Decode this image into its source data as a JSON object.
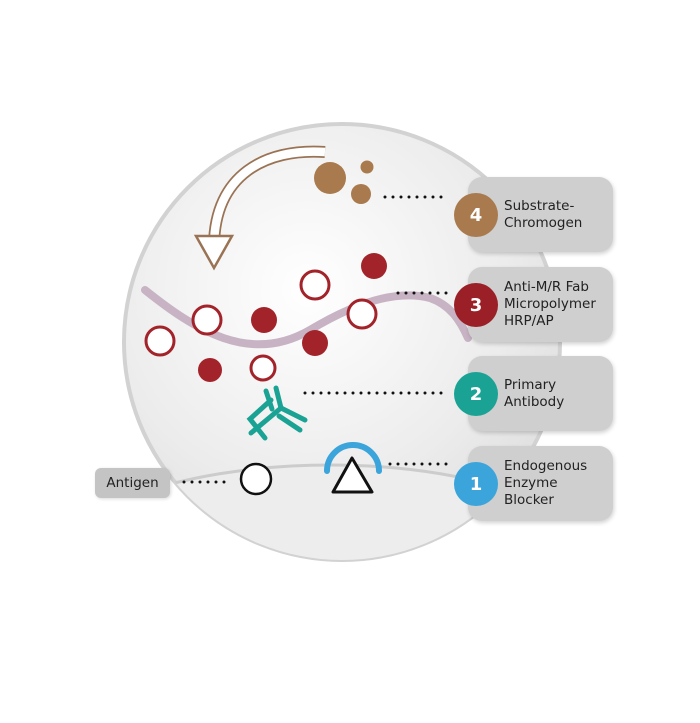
{
  "steps": [
    {
      "number": "4",
      "lines": [
        "Substrate-",
        "Chromogen"
      ],
      "color": "#a97a4e",
      "icon": "substrate-chromogen"
    },
    {
      "number": "3",
      "lines": [
        "Anti-M/R Fab",
        "Micropolymer",
        "HRP/AP"
      ],
      "color": "#9a1f26",
      "icon": "fab-micropolymer"
    },
    {
      "number": "2",
      "lines": [
        "Primary",
        "Antibody"
      ],
      "color": "#1aa394",
      "icon": "primary-antibody"
    },
    {
      "number": "1",
      "lines": [
        "Endogenous",
        "Enzyme",
        "Blocker"
      ],
      "color": "#3aa4db",
      "icon": "enzyme-blocker"
    }
  ],
  "antigen_label": "Antigen",
  "colors": {
    "chromogen": "#a97a4e",
    "polymer_red": "#a3232a",
    "polymer_strand": "#c7b3c3",
    "antibody": "#1aa394",
    "blocker": "#3aa4db",
    "card_gray": "#cfcfcf"
  }
}
